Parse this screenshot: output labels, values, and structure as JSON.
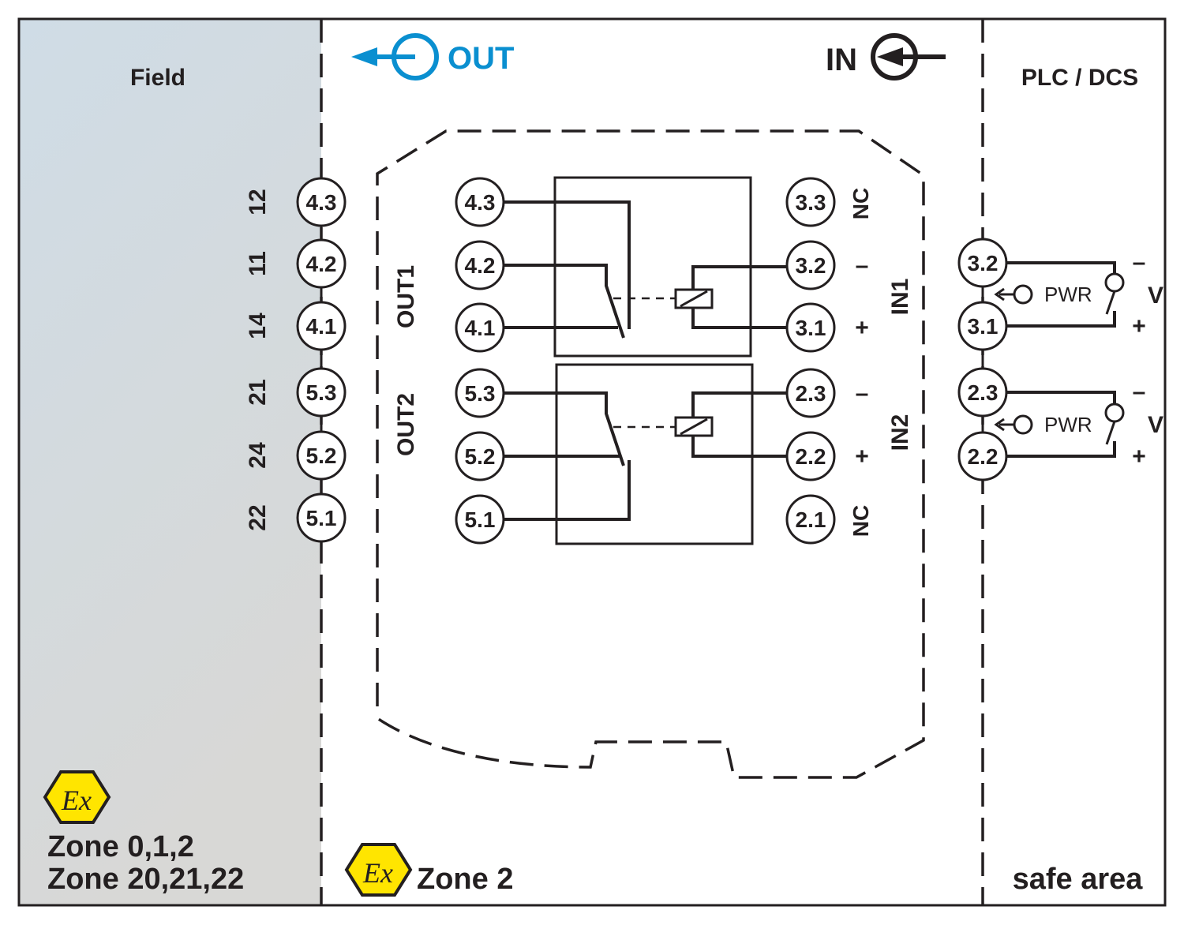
{
  "zones": {
    "field_label": "Field",
    "plc_label": "PLC / DCS",
    "field_zone_line1": "Zone 0,1,2",
    "field_zone_line2": "Zone 20,21,22",
    "mid_zone": "Zone 2",
    "safe_area": "safe area",
    "ex_symbol_text": "Ex"
  },
  "direction": {
    "out_label": "OUT",
    "in_label": "IN"
  },
  "field_terminals": [
    {
      "id": "4.3",
      "number": "12"
    },
    {
      "id": "4.2",
      "number": "11"
    },
    {
      "id": "4.1",
      "number": "14"
    },
    {
      "id": "5.3",
      "number": "21"
    },
    {
      "id": "5.2",
      "number": "24"
    },
    {
      "id": "5.1",
      "number": "22"
    }
  ],
  "module": {
    "out1_label": "OUT1",
    "out2_label": "OUT2",
    "in1_label": "IN1",
    "in2_label": "IN2",
    "left_terminals": [
      "4.3",
      "4.2",
      "4.1",
      "5.3",
      "5.2",
      "5.1"
    ],
    "right_terminals": [
      "3.3",
      "3.2",
      "3.1",
      "2.3",
      "2.2",
      "2.1"
    ],
    "right_markers": [
      "NC",
      "–",
      "+",
      "–",
      "+",
      "NC"
    ]
  },
  "plc": {
    "terminals": [
      "3.2",
      "3.1",
      "2.3",
      "2.2"
    ],
    "pwr_label": "PWR",
    "v_label": "V",
    "minus": "–",
    "plus": "+"
  },
  "colors": {
    "field_bg_top": "#cfdce6",
    "field_bg_bottom": "#d9d9d9",
    "accent_blue": "#0a8fd0",
    "ex_yellow": "#ffe500",
    "ink": "#231f20"
  }
}
